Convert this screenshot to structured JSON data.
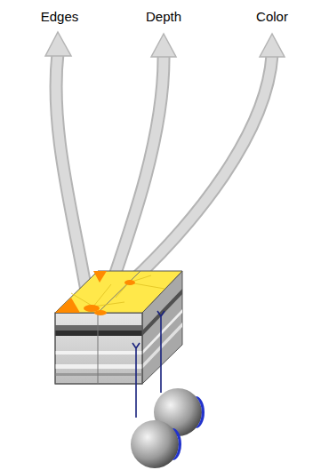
{
  "diagram": {
    "labels": [
      "Edges",
      "Depth",
      "Color"
    ]
  }
}
